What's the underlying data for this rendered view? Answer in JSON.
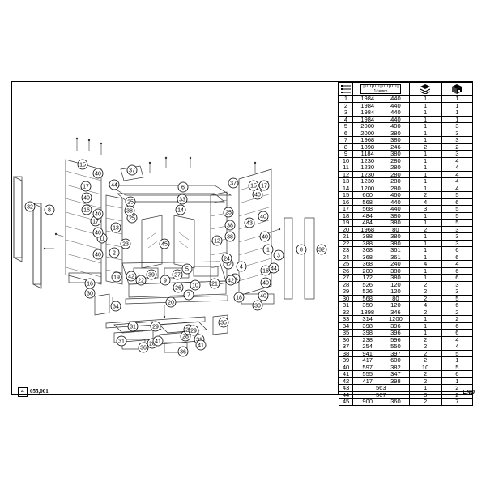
{
  "header_icons": [
    "list-icon",
    "ruler-icon",
    "layers-icon",
    "box-icon"
  ],
  "ruler_label": "1<=mm",
  "parts": [
    [
      "1",
      "1984",
      "440",
      "1",
      "1"
    ],
    [
      "2",
      "1984",
      "440",
      "1",
      "1"
    ],
    [
      "3",
      "1984",
      "440",
      "1",
      "1"
    ],
    [
      "4",
      "1984",
      "440",
      "1",
      "1"
    ],
    [
      "5",
      "2000",
      "400",
      "1",
      "3"
    ],
    [
      "6",
      "2000",
      "380",
      "1",
      "3"
    ],
    [
      "7",
      "1968",
      "380",
      "1",
      "3"
    ],
    [
      "8",
      "1898",
      "246",
      "2",
      "2"
    ],
    [
      "9",
      "1184",
      "380",
      "1",
      "3"
    ],
    [
      "10",
      "1230",
      "280",
      "1",
      "4"
    ],
    [
      "11",
      "1230",
      "280",
      "1",
      "4"
    ],
    [
      "12",
      "1230",
      "280",
      "1",
      "4"
    ],
    [
      "13",
      "1230",
      "280",
      "1",
      "4"
    ],
    [
      "14",
      "1200",
      "280",
      "1",
      "4"
    ],
    [
      "15",
      "600",
      "460",
      "2",
      "5"
    ],
    [
      "16",
      "568",
      "440",
      "4",
      "6"
    ],
    [
      "17",
      "568",
      "440",
      "3",
      "5"
    ],
    [
      "18",
      "484",
      "380",
      "1",
      "5"
    ],
    [
      "19",
      "484",
      "380",
      "1",
      "5"
    ],
    [
      "20",
      "1968",
      "80",
      "2",
      "3"
    ],
    [
      "21",
      "388",
      "380",
      "1",
      "3"
    ],
    [
      "22",
      "388",
      "380",
      "1",
      "3"
    ],
    [
      "23",
      "368",
      "361",
      "1",
      "6"
    ],
    [
      "24",
      "368",
      "361",
      "1",
      "6"
    ],
    [
      "25",
      "368",
      "240",
      "4",
      "4"
    ],
    [
      "26",
      "200",
      "380",
      "1",
      "6"
    ],
    [
      "27",
      "172",
      "380",
      "1",
      "6"
    ],
    [
      "28",
      "526",
      "120",
      "2",
      "3"
    ],
    [
      "29",
      "526",
      "120",
      "2",
      "3"
    ],
    [
      "30",
      "568",
      "80",
      "2",
      "5"
    ],
    [
      "31",
      "350",
      "120",
      "4",
      "6"
    ],
    [
      "32",
      "1898",
      "346",
      "2",
      "2"
    ],
    [
      "33",
      "314",
      "1200",
      "1",
      "2"
    ],
    [
      "34",
      "398",
      "396",
      "1",
      "6"
    ],
    [
      "35",
      "398",
      "396",
      "1",
      "6"
    ],
    [
      "36",
      "238",
      "596",
      "2",
      "4"
    ],
    [
      "37",
      "254",
      "550",
      "2",
      "4"
    ],
    [
      "38",
      "941",
      "397",
      "2",
      "5"
    ],
    [
      "39",
      "417",
      "600",
      "2",
      "1"
    ],
    [
      "40",
      "597",
      "382",
      "10",
      "5"
    ],
    [
      "41",
      "555",
      "347",
      "2",
      "6"
    ],
    [
      "42",
      "417",
      "398",
      "2",
      "1"
    ],
    [
      "43",
      "563",
      "",
      "1",
      "2"
    ],
    [
      "44",
      "567",
      "",
      "8",
      "2"
    ],
    [
      "45",
      "900",
      "360",
      "2",
      "7"
    ]
  ],
  "end_label": "END",
  "page_number": "4",
  "page_ref": "055,001",
  "callouts": [
    "1",
    "2",
    "3",
    "4",
    "5",
    "6",
    "7",
    "8",
    "9",
    "10",
    "11",
    "12",
    "13",
    "14",
    "15",
    "16",
    "17",
    "18",
    "19",
    "20",
    "21",
    "22",
    "23",
    "24",
    "25",
    "26",
    "27",
    "28",
    "29",
    "30",
    "31",
    "32",
    "33",
    "34",
    "35",
    "36",
    "37",
    "38",
    "39",
    "40",
    "41",
    "42",
    "43",
    "44",
    "45"
  ]
}
